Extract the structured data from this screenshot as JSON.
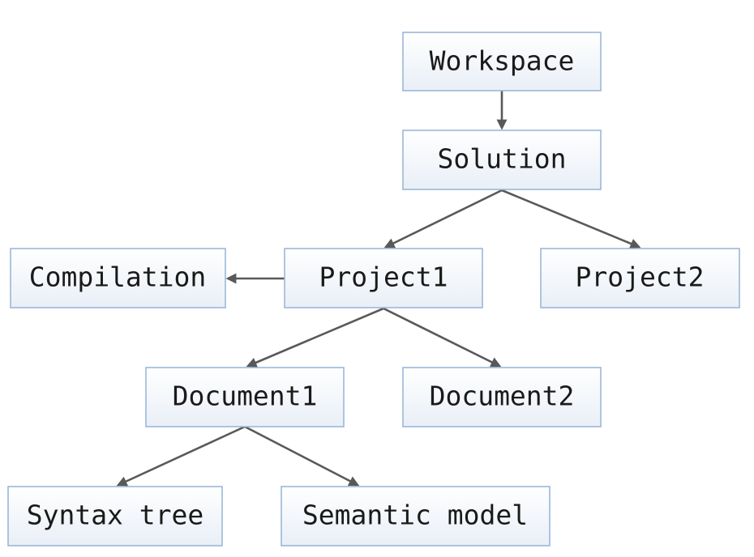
{
  "diagram": {
    "nodes": {
      "workspace": "Workspace",
      "solution": "Solution",
      "compilation": "Compilation",
      "project1": "Project1",
      "project2": "Project2",
      "document1": "Document1",
      "document2": "Document2",
      "syntax_tree": "Syntax tree",
      "semantic_model": "Semantic model"
    },
    "edges": [
      {
        "from": "workspace",
        "to": "solution"
      },
      {
        "from": "solution",
        "to": "project1"
      },
      {
        "from": "solution",
        "to": "project2"
      },
      {
        "from": "project1",
        "to": "compilation"
      },
      {
        "from": "project1",
        "to": "document1"
      },
      {
        "from": "project1",
        "to": "document2"
      },
      {
        "from": "document1",
        "to": "syntax_tree"
      },
      {
        "from": "document1",
        "to": "semantic_model"
      }
    ],
    "colors": {
      "box_border": "#9bb8d8",
      "box_fill_top": "#ffffff",
      "box_fill_bottom": "#e9eff7",
      "arrow": "#595959",
      "text": "#1a1a1a"
    }
  }
}
